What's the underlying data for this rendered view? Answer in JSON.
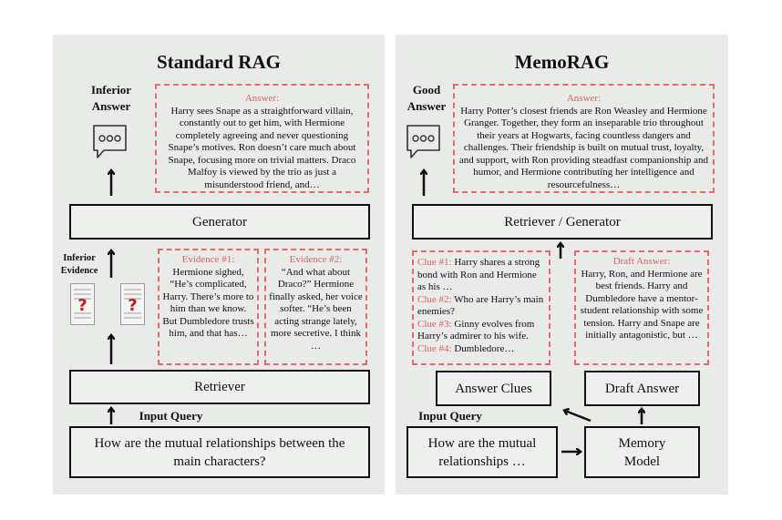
{
  "standard_rag": {
    "title": "Standard RAG",
    "answer_label": "Inferior Answer",
    "answer_box": {
      "heading": "Answer:",
      "text": "Harry sees Snape as a straightforward villain, constantly out to get him, with Hermione completely agreeing and never questioning Snape’s motives. Ron doesn’t care much about Snape, focusing more on trivial matters. Draco Malfoy is viewed by the trio as just a misunderstood friend, and…"
    },
    "generator": "Generator",
    "evidence_label": "Inferior Evidence",
    "evidence": [
      {
        "heading": "Evidence #1:",
        "text": "Hermione sighed, “He’s complicated, Harry. There’s more to him than we know. But Dumbledore trusts him, and that has…"
      },
      {
        "heading": "Evidence #2:",
        "text": "“And what about Draco?” Hermione finally asked, her voice softer. “He’s been acting strange lately, more secretive. I think …"
      }
    ],
    "retriever": "Retriever",
    "input_query_label": "Input Query",
    "query": "How are the mutual relationships between the main characters?"
  },
  "memorag": {
    "title": "MemoRAG",
    "answer_label": "Good Answer",
    "answer_box": {
      "heading": "Answer:",
      "text": "Harry Potter’s closest friends are Ron Weasley and Hermione Granger. Together, they form an inseparable trio throughout their years at Hogwarts, facing countless dangers and challenges. Their friendship is built on mutual trust, loyalty, and support, with Ron providing steadfast companionship and humor, and Hermione contributing her intelligence and resourcefulness…"
    },
    "retriever_generator": "Retriever / Generator",
    "clues": [
      {
        "label": "Clue #1:",
        "text": "Harry shares a strong bond with Ron and Hermione as his …"
      },
      {
        "label": "Clue #2:",
        "text": "Who are Harry’s main enemies?"
      },
      {
        "label": "Clue #3:",
        "text": "Ginny evolves from Harry’s admirer to his wife."
      },
      {
        "label": "Clue #4:",
        "text": "Dumbledore…"
      }
    ],
    "draft": {
      "heading": "Draft Answer:",
      "text": "Harry, Ron, and Hermione are best friends. Harry and Dumbledore have a mentor-student relationship with some tension. Harry and Snape are initially antagonistic, but …"
    },
    "answer_clues": "Answer Clues",
    "draft_answer": "Draft Answer",
    "input_query_label": "Input Query",
    "query": "How are the mutual relationships …",
    "memory_model": "Memory Model"
  },
  "colors": {
    "panel": "#e9ebe8",
    "dashed_border": "#ea6a6a",
    "heading_red": "#e06060",
    "question_mark": "#c0201a"
  }
}
